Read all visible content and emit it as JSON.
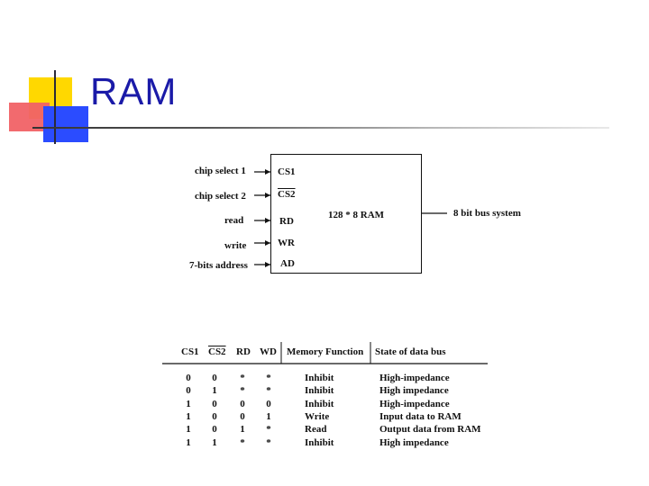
{
  "slide": {
    "title": "RAM"
  },
  "diagram": {
    "inputs": [
      {
        "signal": "chip select 1",
        "pin": "CS1",
        "overline": false
      },
      {
        "signal": "chip select 2",
        "pin": "CS2",
        "overline": true
      },
      {
        "signal": "read",
        "pin": "RD",
        "overline": false
      },
      {
        "signal": "write",
        "pin": "WR",
        "overline": false
      },
      {
        "signal": "7-bits address",
        "pin": "AD",
        "overline": false
      }
    ],
    "chip_label": "128 * 8  RAM",
    "bus_label": "8 bit bus system"
  },
  "truth_table": {
    "headers": [
      "CS1",
      "CS2",
      "RD",
      "WD",
      "Memory Function",
      "State of data bus"
    ],
    "rows": [
      [
        "0",
        "0",
        "*",
        "*",
        "Inhibit",
        "High-impedance"
      ],
      [
        "0",
        "1",
        "*",
        "*",
        "Inhibit",
        "High impedance"
      ],
      [
        "1",
        "0",
        "0",
        "0",
        "Inhibit",
        "High-impedance"
      ],
      [
        "1",
        "0",
        "0",
        "1",
        "Write",
        "Input data to RAM"
      ],
      [
        "1",
        "0",
        "1",
        "*",
        "Read",
        "Output data from RAM"
      ],
      [
        "1",
        "1",
        "*",
        "*",
        "Inhibit",
        "High impedance"
      ]
    ]
  }
}
